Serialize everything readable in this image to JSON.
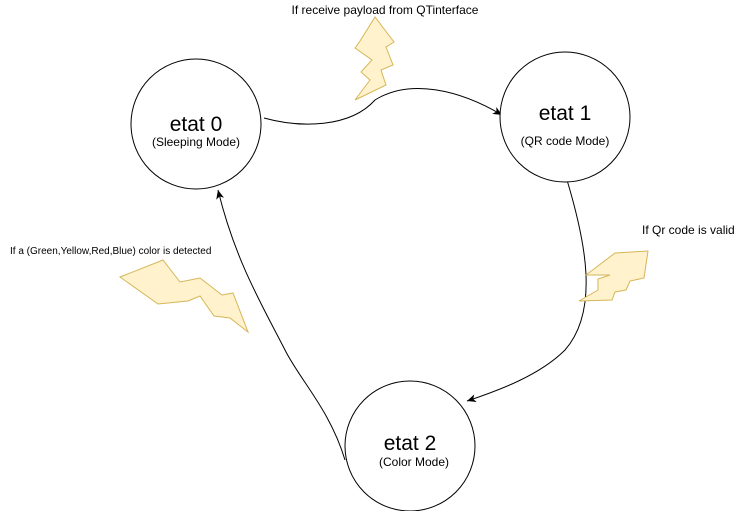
{
  "states": [
    {
      "id": "etat0",
      "name": "etat 0",
      "subtitle": "(Sleeping Mode)"
    },
    {
      "id": "etat1",
      "name": "etat 1",
      "subtitle": "(QR code Mode)"
    },
    {
      "id": "etat2",
      "name": "etat 2",
      "subtitle": "(Color Mode)"
    }
  ],
  "transitions": [
    {
      "from": "etat0",
      "to": "etat1",
      "label": "If receive payload from QTinterface"
    },
    {
      "from": "etat1",
      "to": "etat2",
      "label": "If Qr code is valid"
    },
    {
      "from": "etat2",
      "to": "etat0",
      "label": "If a (Green,Yellow,Red,Blue) color is detected"
    }
  ],
  "colors": {
    "bolt_fill": "#fff2cc",
    "bolt_stroke": "#d6b656",
    "line": "#000000",
    "background": "#ffffff"
  },
  "icons": [
    "lightning-bolt-icon"
  ]
}
